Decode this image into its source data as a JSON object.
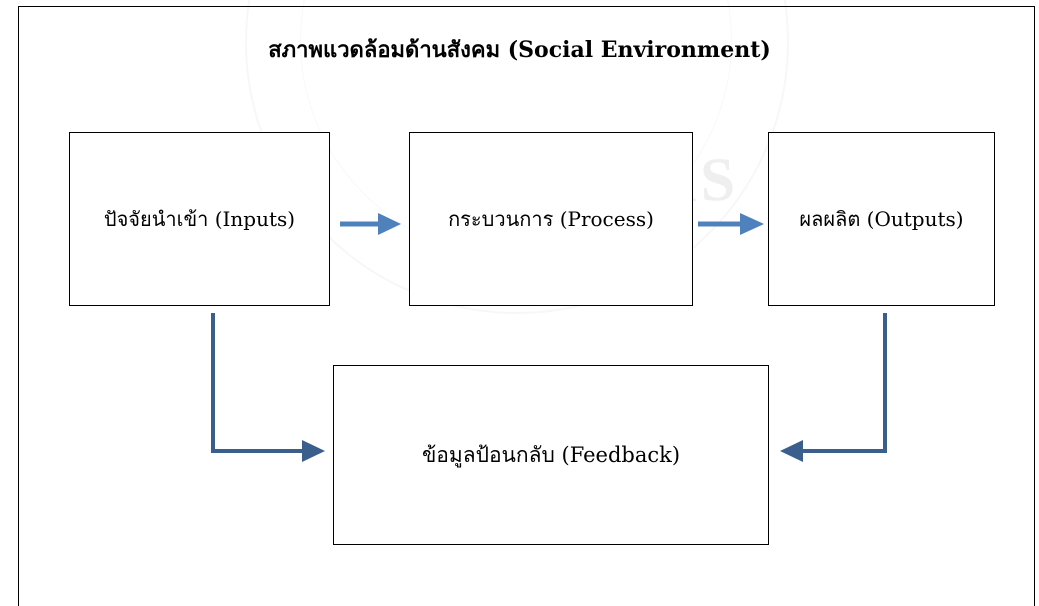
{
  "title": "สภาพแวดล้อมด้านสังคม (Social Environment)",
  "boxes": {
    "inputs": "ปัจจัยนำเข้า (Inputs)",
    "process": "กระบวนการ (Process)",
    "outputs": "ผลผลิต (Outputs)",
    "feedback": "ข้อมูลป้อนกลับ (Feedback)"
  },
  "colors": {
    "flow_arrow": "#4f81bd",
    "feedback_arrow": "#3b5f8c",
    "border": "#000000"
  }
}
